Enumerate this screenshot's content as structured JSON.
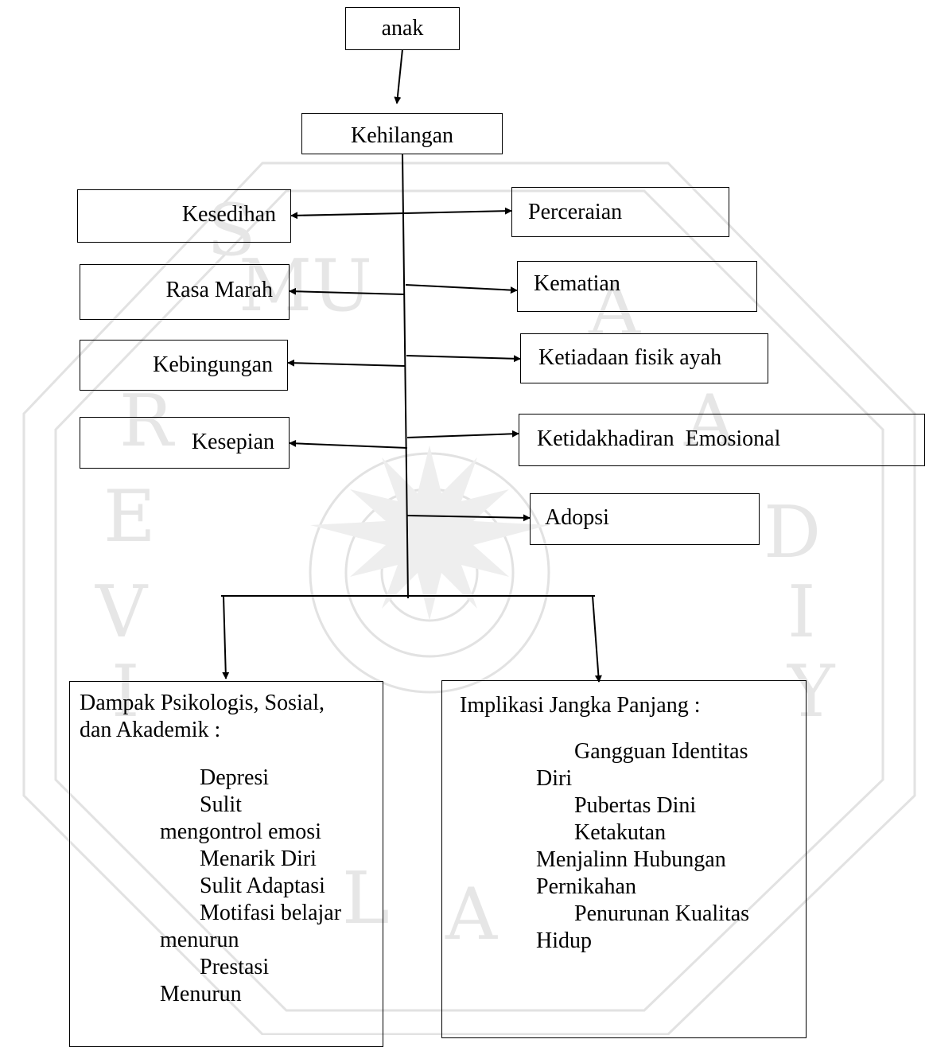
{
  "root": {
    "label": "anak"
  },
  "center": {
    "label": "Kehilangan"
  },
  "left_nodes": [
    {
      "label": "Kesedihan"
    },
    {
      "label": "Rasa Marah"
    },
    {
      "label": "Kebingungan"
    },
    {
      "label": "Kesepian"
    }
  ],
  "right_nodes": [
    {
      "label": "Perceraian"
    },
    {
      "label": "Kematian"
    },
    {
      "label": "Ketiadaan fisik ayah"
    },
    {
      "label": "Ketidakhadiran  Emosional"
    },
    {
      "label": "Adopsi"
    }
  ],
  "impact_box": {
    "heading_1": "Dampak Psikologis, Sosial,",
    "heading_2": "dan Akademik :",
    "lines": [
      "Depresi",
      "Sulit",
      "mengontrol emosi",
      "Menarik Diri",
      "Sulit Adaptasi",
      "Motifasi belajar",
      "menurun",
      "Prestasi",
      "Menurun"
    ]
  },
  "implication_box": {
    "heading": "Implikasi Jangka Panjang :",
    "lines": [
      "Gangguan Identitas",
      "Diri",
      "Pubertas Dini",
      "Ketakutan",
      "Menjalinn Hubungan",
      "Pernikahan",
      "Penurunan Kualitas",
      "Hidup"
    ]
  },
  "colors": {
    "line": "#000000",
    "watermark": "#dcdcdc"
  }
}
